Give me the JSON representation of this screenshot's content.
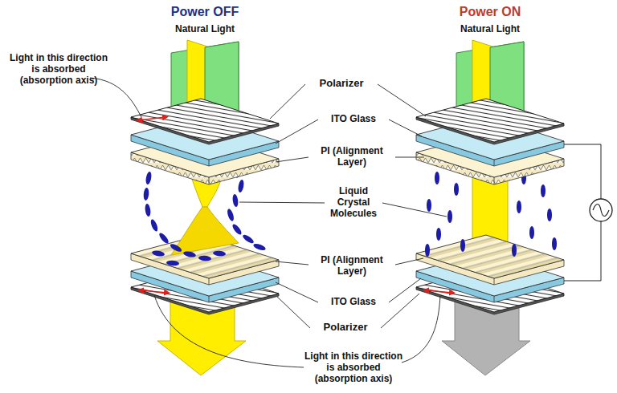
{
  "diagram": {
    "labels": [
      "Power OFF",
      "Natural Light",
      "Power ON",
      "Natural Light",
      "Light in this direction is absorbed (absorption axis)",
      "Polarizer",
      "ITO Glass",
      "PI (Alignment Layer)",
      "Liquid Crystal Molecules",
      "PI (Alignment Layer)",
      "ITO Glass",
      "Polarizer",
      "Light in this direction is absorbed (absorption axis)"
    ]
  }
}
